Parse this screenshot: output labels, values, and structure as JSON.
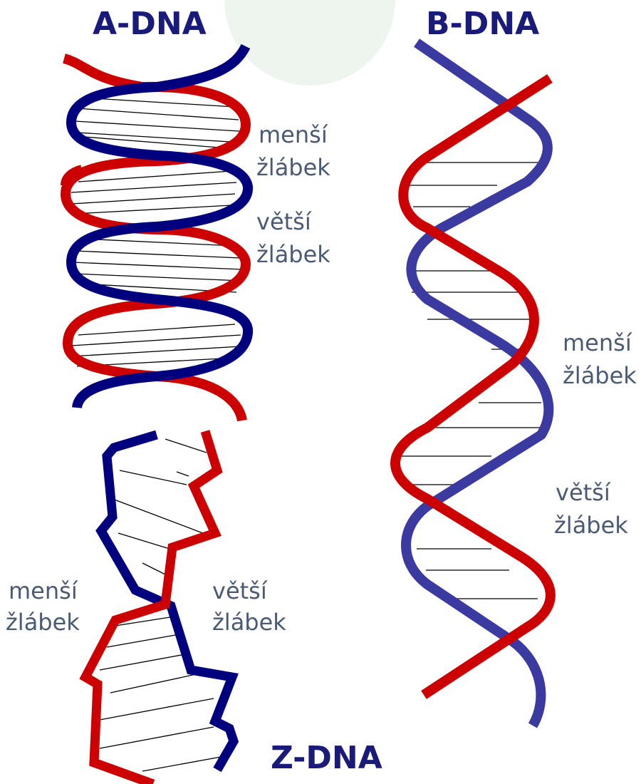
{
  "titles": {
    "a_dna": "A-DNA",
    "b_dna": "B-DNA",
    "z_dna": "Z-DNA"
  },
  "labels": {
    "a_minor_line1": "menší",
    "a_minor_line2": "žlábek",
    "a_major_line1": "větší",
    "a_major_line2": "žlábek",
    "b_minor_line1": "menší",
    "b_minor_line2": "žlábek",
    "b_major_line1": "větší",
    "b_major_line2": "žlábek",
    "z_minor_line1": "menší",
    "z_minor_line2": "žlábek",
    "z_major_line1": "větší",
    "z_major_line2": "žlábek"
  },
  "colors": {
    "strand_red": "#cc0000",
    "strand_navy": "#00007f",
    "strand_blue_b": "#3a3aa0",
    "title_color": "#1a1a7a",
    "label_color": "#4a5a75"
  }
}
